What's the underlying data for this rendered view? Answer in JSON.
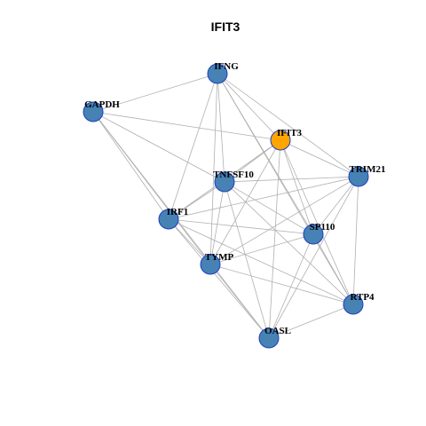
{
  "title": "IFIT3",
  "colors": {
    "node_fill": "#4682B4",
    "node_stroke": "#1f3fbf",
    "highlight_fill": "#FFA500",
    "highlight_stroke": "#1f3fbf",
    "edge": "#b0b0b0"
  },
  "graph": {
    "nodes": [
      {
        "id": "IFNG",
        "label": "IFNG",
        "highlight": false
      },
      {
        "id": "GAPDH",
        "label": "GAPDH",
        "highlight": false
      },
      {
        "id": "IFIT3",
        "label": "IFIT3",
        "highlight": true
      },
      {
        "id": "TRIM21",
        "label": "TRIM21",
        "highlight": false
      },
      {
        "id": "TNFSF10",
        "label": "TNFSF10",
        "highlight": false
      },
      {
        "id": "IRF1",
        "label": "IRF1",
        "highlight": false
      },
      {
        "id": "SP110",
        "label": "SP110",
        "highlight": false
      },
      {
        "id": "TYMP",
        "label": "TYMP",
        "highlight": false
      },
      {
        "id": "RTP4",
        "label": "RTP4",
        "highlight": false
      },
      {
        "id": "OASL",
        "label": "OASL",
        "highlight": false
      }
    ],
    "edges": [
      [
        "IFNG",
        "GAPDH"
      ],
      [
        "IFNG",
        "IFIT3"
      ],
      [
        "IFNG",
        "TRIM21"
      ],
      [
        "IFNG",
        "TNFSF10"
      ],
      [
        "IFNG",
        "IRF1"
      ],
      [
        "IFNG",
        "TYMP"
      ],
      [
        "IFNG",
        "SP110"
      ],
      [
        "IFNG",
        "RTP4"
      ],
      [
        "GAPDH",
        "IFIT3"
      ],
      [
        "GAPDH",
        "TNFSF10"
      ],
      [
        "GAPDH",
        "IRF1"
      ],
      [
        "GAPDH",
        "TYMP"
      ],
      [
        "GAPDH",
        "OASL"
      ],
      [
        "IFIT3",
        "TRIM21"
      ],
      [
        "IFIT3",
        "TNFSF10"
      ],
      [
        "IFIT3",
        "IRF1"
      ],
      [
        "IFIT3",
        "SP110"
      ],
      [
        "IFIT3",
        "TYMP"
      ],
      [
        "IFIT3",
        "RTP4"
      ],
      [
        "IFIT3",
        "OASL"
      ],
      [
        "TRIM21",
        "TNFSF10"
      ],
      [
        "TRIM21",
        "IRF1"
      ],
      [
        "TRIM21",
        "SP110"
      ],
      [
        "TRIM21",
        "TYMP"
      ],
      [
        "TRIM21",
        "RTP4"
      ],
      [
        "TRIM21",
        "OASL"
      ],
      [
        "TNFSF10",
        "IRF1"
      ],
      [
        "TNFSF10",
        "SP110"
      ],
      [
        "TNFSF10",
        "TYMP"
      ],
      [
        "TNFSF10",
        "RTP4"
      ],
      [
        "TNFSF10",
        "OASL"
      ],
      [
        "IRF1",
        "SP110"
      ],
      [
        "IRF1",
        "TYMP"
      ],
      [
        "IRF1",
        "RTP4"
      ],
      [
        "IRF1",
        "OASL"
      ],
      [
        "SP110",
        "TYMP"
      ],
      [
        "SP110",
        "RTP4"
      ],
      [
        "SP110",
        "OASL"
      ],
      [
        "TYMP",
        "RTP4"
      ],
      [
        "TYMP",
        "OASL"
      ],
      [
        "RTP4",
        "OASL"
      ]
    ]
  }
}
